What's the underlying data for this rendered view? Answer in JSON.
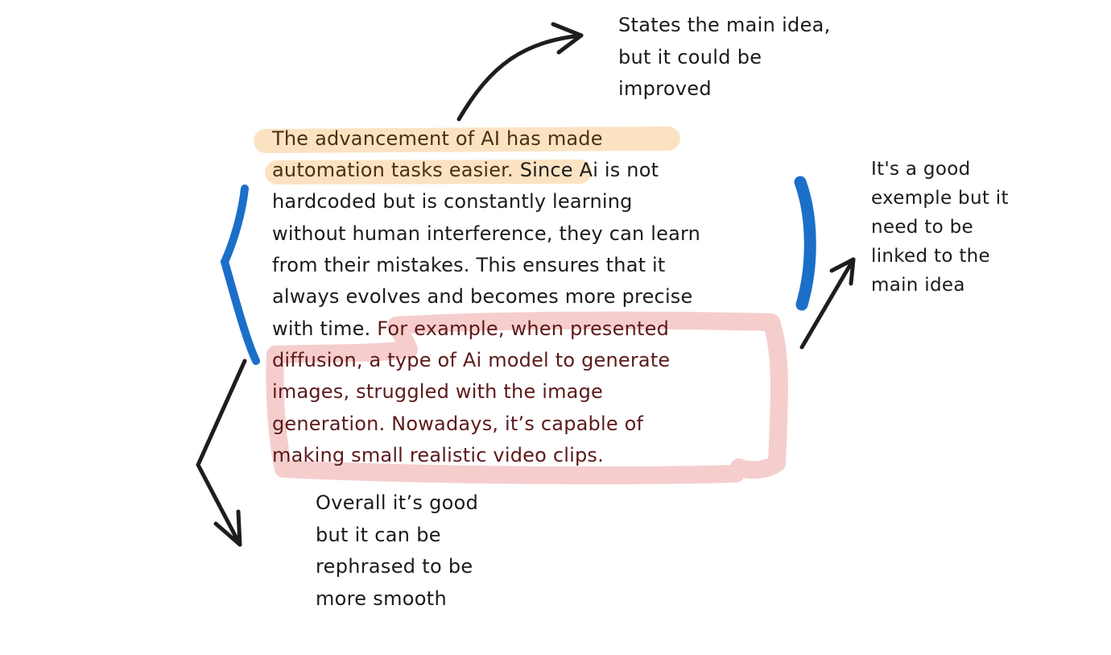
{
  "paragraph": {
    "lines": [
      {
        "a": "The advancement of AI has made",
        "b": ""
      },
      {
        "a": "automation tasks easier.",
        "b": " Since Ai is not"
      },
      {
        "a": "hardcoded but is constantly learning",
        "b": ""
      },
      {
        "a": "without human interference, they can learn",
        "b": ""
      },
      {
        "a": "from their mistakes. This ensures that it",
        "b": ""
      },
      {
        "a": "always evolves and becomes more precise",
        "b": ""
      },
      {
        "a": "with time.",
        "b": " For example, when presented"
      },
      {
        "a": "diffusion, a type of Ai model to generate",
        "b": ""
      },
      {
        "a": "images, struggled with the image",
        "b": ""
      },
      {
        "a": "generation. Nowadays, it’s capable of",
        "b": ""
      },
      {
        "a": "making small realistic video clips.",
        "b": ""
      }
    ]
  },
  "annotations": {
    "main_idea": [
      "States the main idea,",
      "but it could be",
      "improved"
    ],
    "example": [
      "It's a good",
      "exemple but it",
      "need to be",
      "linked to the",
      "main idea"
    ],
    "overall": [
      "Overall it’s good",
      "but it can be",
      "rephrased to be",
      "more smooth"
    ]
  },
  "colors": {
    "orange_highlight": "#fbe3c2",
    "red_highlight": "#f6cdcd",
    "blue_bracket": "#1c6fc8",
    "arrow": "#1e1e1e"
  }
}
